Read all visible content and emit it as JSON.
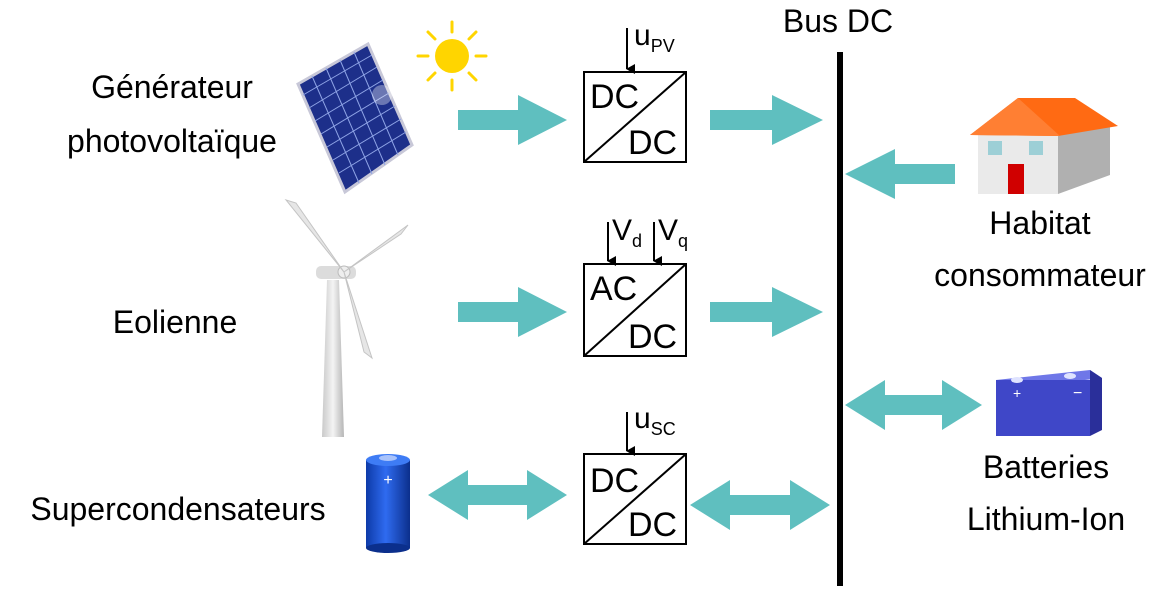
{
  "bus": {
    "label": "Bus DC"
  },
  "sources": {
    "pv": {
      "label_line1": "Générateur",
      "label_line2": "photovoltaïque"
    },
    "wind": {
      "label": "Eolienne"
    },
    "supercap": {
      "label": "Supercondensateurs"
    }
  },
  "converters": {
    "pv": {
      "top": "DC",
      "bottom": "DC",
      "control": "u",
      "control_sub": "PV"
    },
    "wind": {
      "top": "AC",
      "bottom": "DC",
      "control1": "V",
      "control1_sub": "d",
      "control2": "V",
      "control2_sub": "q"
    },
    "supercap": {
      "top": "DC",
      "bottom": "DC",
      "control": "u",
      "control_sub": "SC"
    }
  },
  "loads": {
    "house": {
      "label_line1": "Habitat",
      "label_line2": "consommateur"
    },
    "battery": {
      "label_line1": "Batteries",
      "label_line2": "Lithium-Ion",
      "plus": "+",
      "minus": "−"
    }
  },
  "colors": {
    "arrow": "#5fbfbf",
    "sun": "#ffd500",
    "panel": "#2a3f9e",
    "roof": "#ff6a13",
    "door": "#d00000",
    "battery": "#3f47c8",
    "supercap": "#1f55d6"
  }
}
